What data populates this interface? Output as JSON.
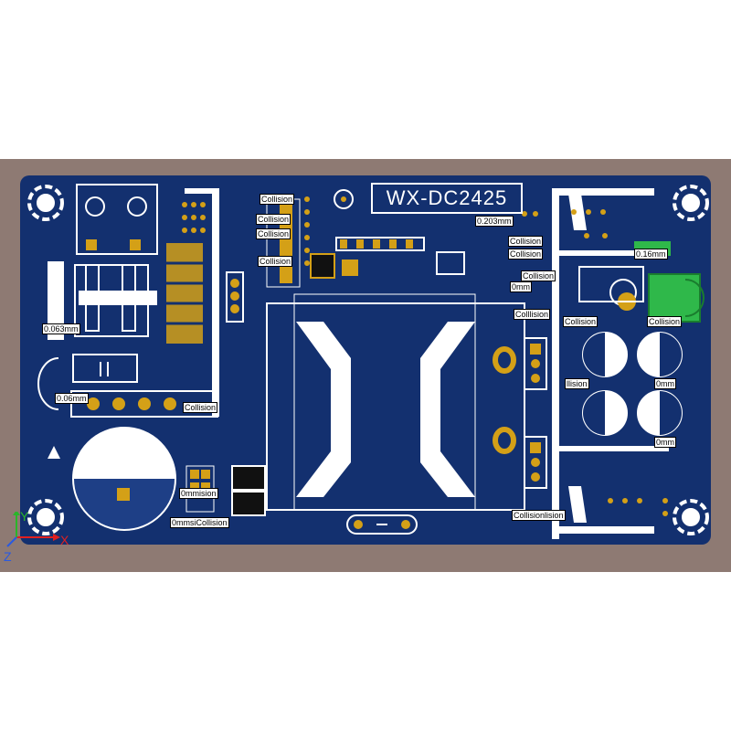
{
  "board": {
    "title": "WX-DC2425",
    "colors": {
      "background": "#8e7a73",
      "pcb": "#13306f",
      "silkscreen": "#ffffff",
      "pad": "#d4a017",
      "connector": "#2fb84a"
    }
  },
  "markers": {
    "collision": "Collision",
    "m1": "0.063mm",
    "m2": "0.06mm",
    "m3": "0.203mm",
    "m4": "0.16mm",
    "m5": "0mm",
    "m6": "0mmision",
    "m7": "0mmsiCollision",
    "m8": "Collisionlision",
    "m9": "Colllision",
    "m10": "Collision",
    "m11": "llision",
    "m12": "0mm",
    "m13": "0mm"
  },
  "axis": {
    "x": "X",
    "y": "Y",
    "z": "Z"
  }
}
